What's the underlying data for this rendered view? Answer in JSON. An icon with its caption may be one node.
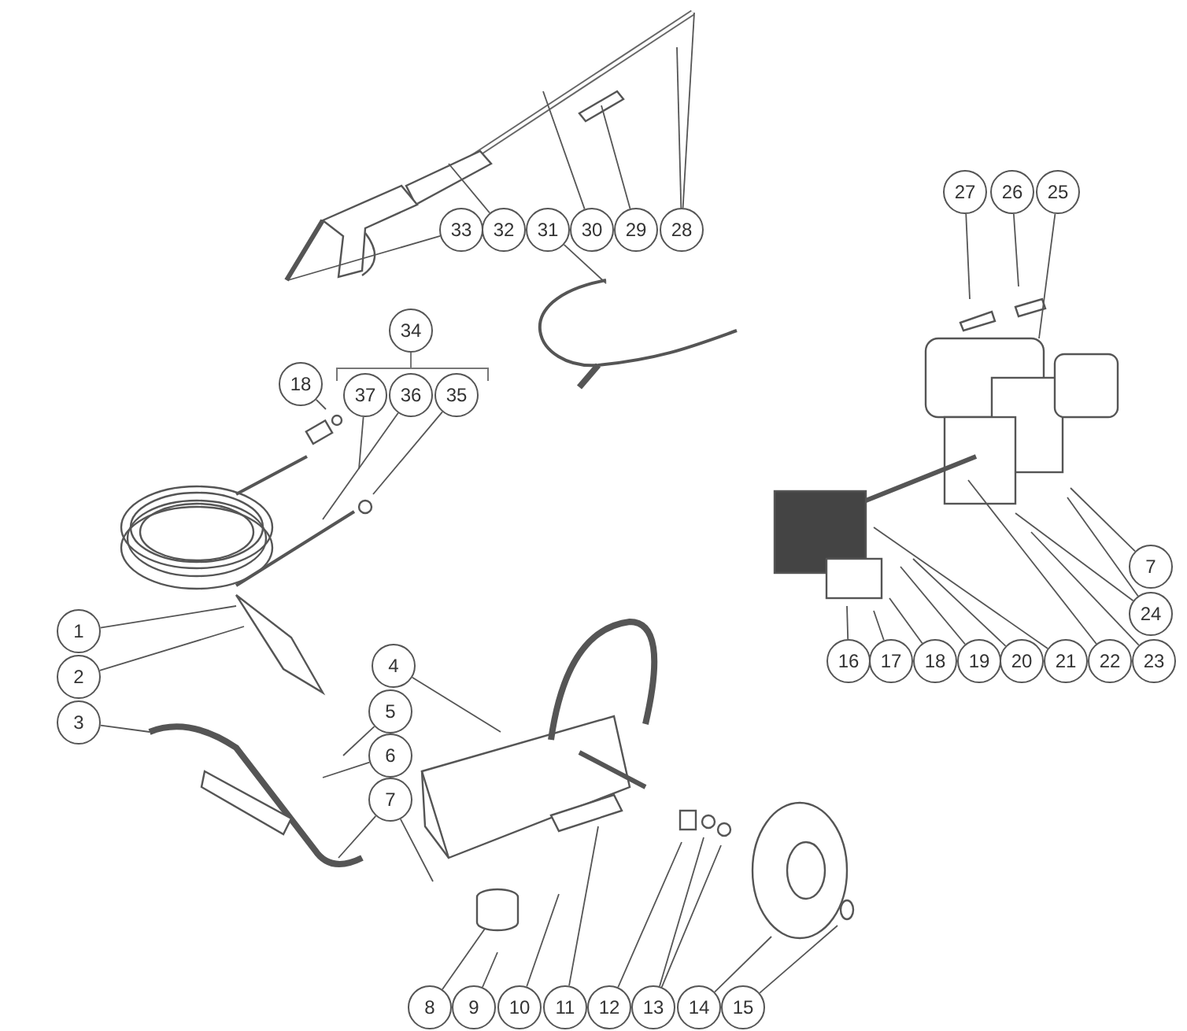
{
  "diagram": {
    "nodes": [
      {
        "text": [
          "27"
        ]
      },
      {
        "text": [
          "26"
        ]
      },
      {
        "text": [
          "25"
        ]
      },
      {
        "text": [
          "33"
        ]
      },
      {
        "text": [
          "32"
        ]
      },
      {
        "text": [
          "31"
        ]
      },
      {
        "text": [
          "30"
        ]
      },
      {
        "text": [
          "29"
        ]
      },
      {
        "text": [
          "28"
        ]
      },
      {
        "text": [
          "34"
        ]
      },
      {
        "text": [
          "18"
        ]
      },
      {
        "text": [
          "37"
        ]
      },
      {
        "text": [
          "36"
        ]
      },
      {
        "text": [
          "35"
        ]
      },
      {
        "text": [
          "7"
        ]
      },
      {
        "text": [
          "24"
        ]
      },
      {
        "text": [
          "1"
        ]
      },
      {
        "text": [
          "16"
        ]
      },
      {
        "text": [
          "17"
        ]
      },
      {
        "text": [
          "18"
        ]
      },
      {
        "text": [
          "19"
        ]
      },
      {
        "text": [
          "20"
        ]
      },
      {
        "text": [
          "21"
        ]
      },
      {
        "text": [
          "22"
        ]
      },
      {
        "text": [
          "23"
        ]
      },
      {
        "text": [
          "4"
        ]
      },
      {
        "text": [
          "2"
        ]
      },
      {
        "text": [
          "5"
        ]
      },
      {
        "text": [
          "3"
        ]
      },
      {
        "text": [
          "6"
        ]
      },
      {
        "text": [
          "7"
        ]
      },
      {
        "text": [
          "8"
        ]
      },
      {
        "text": [
          "9"
        ]
      },
      {
        "text": [
          "10"
        ]
      },
      {
        "text": [
          "11"
        ]
      },
      {
        "text": [
          "12"
        ]
      },
      {
        "text": [
          "13"
        ]
      },
      {
        "text": [
          "14"
        ]
      },
      {
        "text": [
          "15"
        ]
      }
    ],
    "edges": [
      {
        "from": 0,
        "to": null,
        "arrow": "none"
      },
      {
        "from": 1,
        "to": null,
        "arrow": "none"
      },
      {
        "from": 2,
        "to": null,
        "arrow": "none"
      },
      {
        "from": 3,
        "to": null,
        "arrow": "none"
      },
      {
        "from": 4,
        "to": null,
        "arrow": "none"
      },
      {
        "from": 5,
        "to": null,
        "arrow": "none"
      },
      {
        "from": 6,
        "to": null,
        "arrow": "none"
      },
      {
        "from": 7,
        "to": null,
        "arrow": "none"
      },
      {
        "from": 8,
        "to": null,
        "arrow": "none"
      },
      {
        "from": 8,
        "to": null,
        "arrow": "none"
      },
      {
        "from": 10,
        "to": null,
        "arrow": "none"
      },
      {
        "from": 11,
        "to": null,
        "arrow": "none"
      },
      {
        "from": 12,
        "to": null,
        "arrow": "none"
      },
      {
        "from": 13,
        "to": null,
        "arrow": "none"
      },
      {
        "from": 14,
        "to": null,
        "arrow": "none"
      },
      {
        "from": 15,
        "to": null,
        "arrow": "none"
      },
      {
        "from": 15,
        "to": null,
        "arrow": "none"
      },
      {
        "from": 16,
        "to": null,
        "arrow": "none"
      },
      {
        "from": 17,
        "to": null,
        "arrow": "none"
      },
      {
        "from": 18,
        "to": null,
        "arrow": "none"
      },
      {
        "from": 19,
        "to": null,
        "arrow": "none"
      },
      {
        "from": 20,
        "to": null,
        "arrow": "none"
      },
      {
        "from": 21,
        "to": null,
        "arrow": "none"
      },
      {
        "from": 22,
        "to": null,
        "arrow": "none"
      },
      {
        "from": 23,
        "to": null,
        "arrow": "none"
      },
      {
        "from": 24,
        "to": null,
        "arrow": "none"
      },
      {
        "from": 25,
        "to": null,
        "arrow": "none"
      },
      {
        "from": 26,
        "to": null,
        "arrow": "none"
      },
      {
        "from": 27,
        "to": null,
        "arrow": "none"
      },
      {
        "from": 28,
        "to": null,
        "arrow": "none"
      },
      {
        "from": 29,
        "to": null,
        "arrow": "none"
      },
      {
        "from": 30,
        "to": null,
        "arrow": "none"
      },
      {
        "from": 30,
        "to": null,
        "arrow": "none"
      },
      {
        "from": 31,
        "to": null,
        "arrow": "none"
      },
      {
        "from": 32,
        "to": null,
        "arrow": "none"
      },
      {
        "from": 33,
        "to": null,
        "arrow": "none"
      },
      {
        "from": 34,
        "to": null,
        "arrow": "none"
      },
      {
        "from": 35,
        "to": null,
        "arrow": "none"
      },
      {
        "from": 36,
        "to": null,
        "arrow": "none"
      },
      {
        "from": 36,
        "to": null,
        "arrow": "none"
      },
      {
        "from": 37,
        "to": null,
        "arrow": "none"
      },
      {
        "from": 38,
        "to": null,
        "arrow": "none"
      }
    ]
  }
}
